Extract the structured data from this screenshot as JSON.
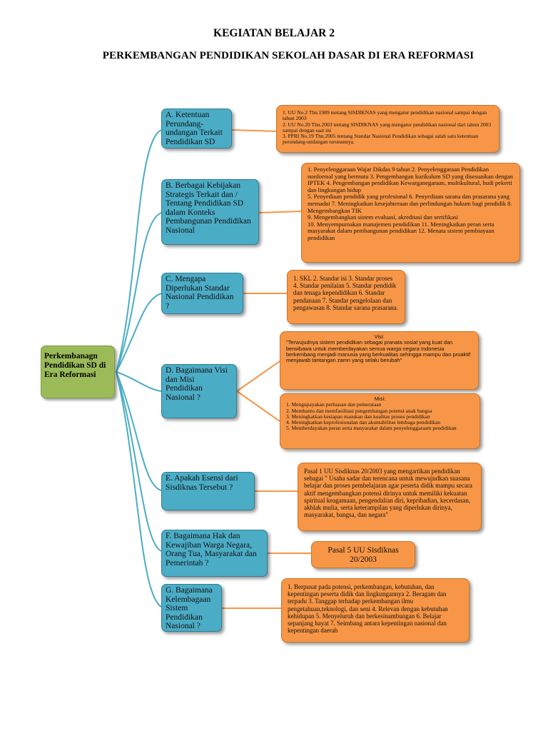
{
  "title": "KEGIATAN BELAJAR 2",
  "subtitle": "PERKEMBANGAN PENDIDIKAN SEKOLAH DASAR DI ERA REFORMASI",
  "root": "Perkembanagn Pendidikan SD di Era Reformasi",
  "colors": {
    "root": "#9bbb59",
    "question": "#4bacc6",
    "answer": "#f79646",
    "line": "#4bacc6"
  },
  "questions": {
    "a": "A. Ketentuan Perundang-undangan Terkait Pendidikan SD",
    "b": "B. Berbagai Kebijakan Strategis Terkait dan / Tentang Pendidikan SD dalam Konteks Pembangunan Pendidikan Nasional",
    "c": "C. Mengapa Diperlukan Standar Nasional Pendidikan ?",
    "d": "D. Bagaimana Visi dan Misi Pendidikan Nasional ?",
    "e": "E. Apakah Esensi dari Sisdiknas Tersebut ?",
    "f": "F. Bagaimana Hak dan Kewajiban Warga Negara, Orang Tua, Masyarakat dan Pemerintah ?",
    "g": "G. Bagaimana Kelembagaan Sistem Pendidikan Nasional ?"
  },
  "answers": {
    "a": "1. UU No.2 Thn.1989 tentang SISDIKNAS yang mengatur pendidikan nasional sampai dengan tahun 2003\n2. UU No.20 Thn.2003 tentang SISDIKNAS yang mengatur pendidikan nasional dari tahun 2003 sampai dengan saat ini\n3. PPRI No.19 Thn.2005 tentang Standar Nasional Pendidikan sebagai salah satu ketentuan perundang-undangan turunannya.",
    "b": "1. Penyelenggaraan Wajar Dikdas 9 tahun 2. Penyelenggaraan Pendidikan nonformal yang bermutu 3. Pengembangan kurikulum SD yang disesuaikan dengan IPTEK 4. Pengembangan pendidikan Kewarganegaraan, multikultural, budi pekerti dan lingkungan hidup\n5. Penyediaan pendidik yang profesional 6. Penyediaan sarana dan prasarana yang memadai 7. Meningkatkan kesejahteraan dan perlindungan hukum bagi pendidik 8. Mengembangkan TIK\n9. Mengembangkan sistem evaluasi, akreditasi dan sertifikasi\n10. Menyempurnakan manajemen pendidikan 11. Meningkatkan peran serta masyarakat dalam pembangunan pendidikan 12. Menata sistem pembiayaan pendidikan",
    "c": "1. SKL 2. Standar isi 3. Standar proses 4. Standar penilaian 5. Standar pendidik dan tenaga kependidikan 6. Standar pendanaan 7. Standar pengelolaan dan pengawasan 8. Standar sarana prasarana.",
    "d_visi_label": "Visi:",
    "d_visi": "\"Terwujudnya sistem pendidikan sebagai pranata sosial yang kuat dan berwibawa untuk memberdayakan semua warga negara Indonesia berkembang menjadi manusia yang berkualitas sehingga mampu dan proaktif menjawab tantangan zamn yang selalu berubah\"",
    "d_misi_label": "Misi:",
    "d_misi": "1. Mengupayakan perluasan dan pemerataan\n2. Membantu dan memfasilitasi pengembangan potensi anak bangsa\n3. Meningkatkan kesiapan masukan dan kualitas proses pendidikan\n4. Meningkatkan keprofesionalan dan akuntabilitas lembaga pendidikan\n5. Memberdayakan peran serta masyarakat dalam penyelenggaraam pendidikan",
    "e": "Pasal 1 UU Sisdiknas 20/2003 yang mengartikan pendidikan sebagai \" Usaha sadar dan terencana untuk mewujudkan suasana belajar dan proses pembelajaran agar peserta didik mampu secara aktif mengembangkan potensi dirinya untuk memiliki kekuatan spiritual keagamaan, pengendalian diri, kepribadian, kecerdasan, akhlak mulia, serta keterampilan yang diperlukan dirinya, masyarakat, bangsa, dan negara\"",
    "f": "Pasal 5 UU Sisdiknas 20/2003",
    "g": "1. Berpusat pada potensi, perkembangan, kebutuhan, dan kepentingan peserta didik dan lingkungannya 2. Beragam dan terpadu 3. Tanggap terhadap perkembangan ilmu pengetahuan,teknologi, dan seni 4. Relevan dengan kebutuhan kehidupan 5. Menyeluruh dan berkesinambungan 6. Belajar sepanjang hayat 7. Seimbang antara kepentingan nasional dan kepentingan daerah"
  }
}
